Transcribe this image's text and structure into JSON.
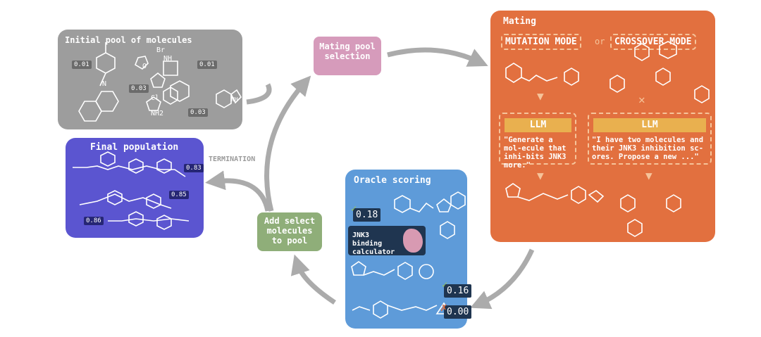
{
  "initial_pool": {
    "title": "Initial pool of molecules",
    "scores": [
      "0.01",
      "0.01",
      "0.03",
      "0.03"
    ],
    "labels": [
      "Br",
      "NH",
      "O",
      "N",
      "Cl",
      "NH2",
      "NH"
    ]
  },
  "final_population": {
    "title": "Final population",
    "scores": [
      "0.83",
      "0.85",
      "0.86"
    ]
  },
  "mating_pool": {
    "label": "Mating pool selection"
  },
  "termination": {
    "label": "TERMINATION"
  },
  "add_select": {
    "label": "Add select molecules to pool"
  },
  "mating": {
    "title": "Mating",
    "mutation_mode": "MUTATION MODE",
    "or": "or",
    "crossover_mode": "CROSSOVER MODE",
    "llm_label": "LLM",
    "mutation_prompt": "\"Generate a mol-ecule that inhi-bits JNK3 more.\"",
    "crossover_prompt": "\"I have two molecules and their JNK3 inhibition sc-ores. Propose a new ...\""
  },
  "oracle": {
    "title": "Oracle scoring",
    "calculator": "JNK3 binding calculator",
    "scores": [
      "0.18",
      "0.16",
      "0.00"
    ]
  },
  "colors": {
    "initial": "#9d9d9d",
    "final": "#5b55d0",
    "mating_pool": "#d69bbb",
    "mating": "#e2703f",
    "oracle": "#5e9bd9",
    "add": "#8fae79",
    "arrow": "#ababab",
    "llm": "#e9b04f",
    "check": "#8fbf6a",
    "cross": "#e2703f"
  }
}
